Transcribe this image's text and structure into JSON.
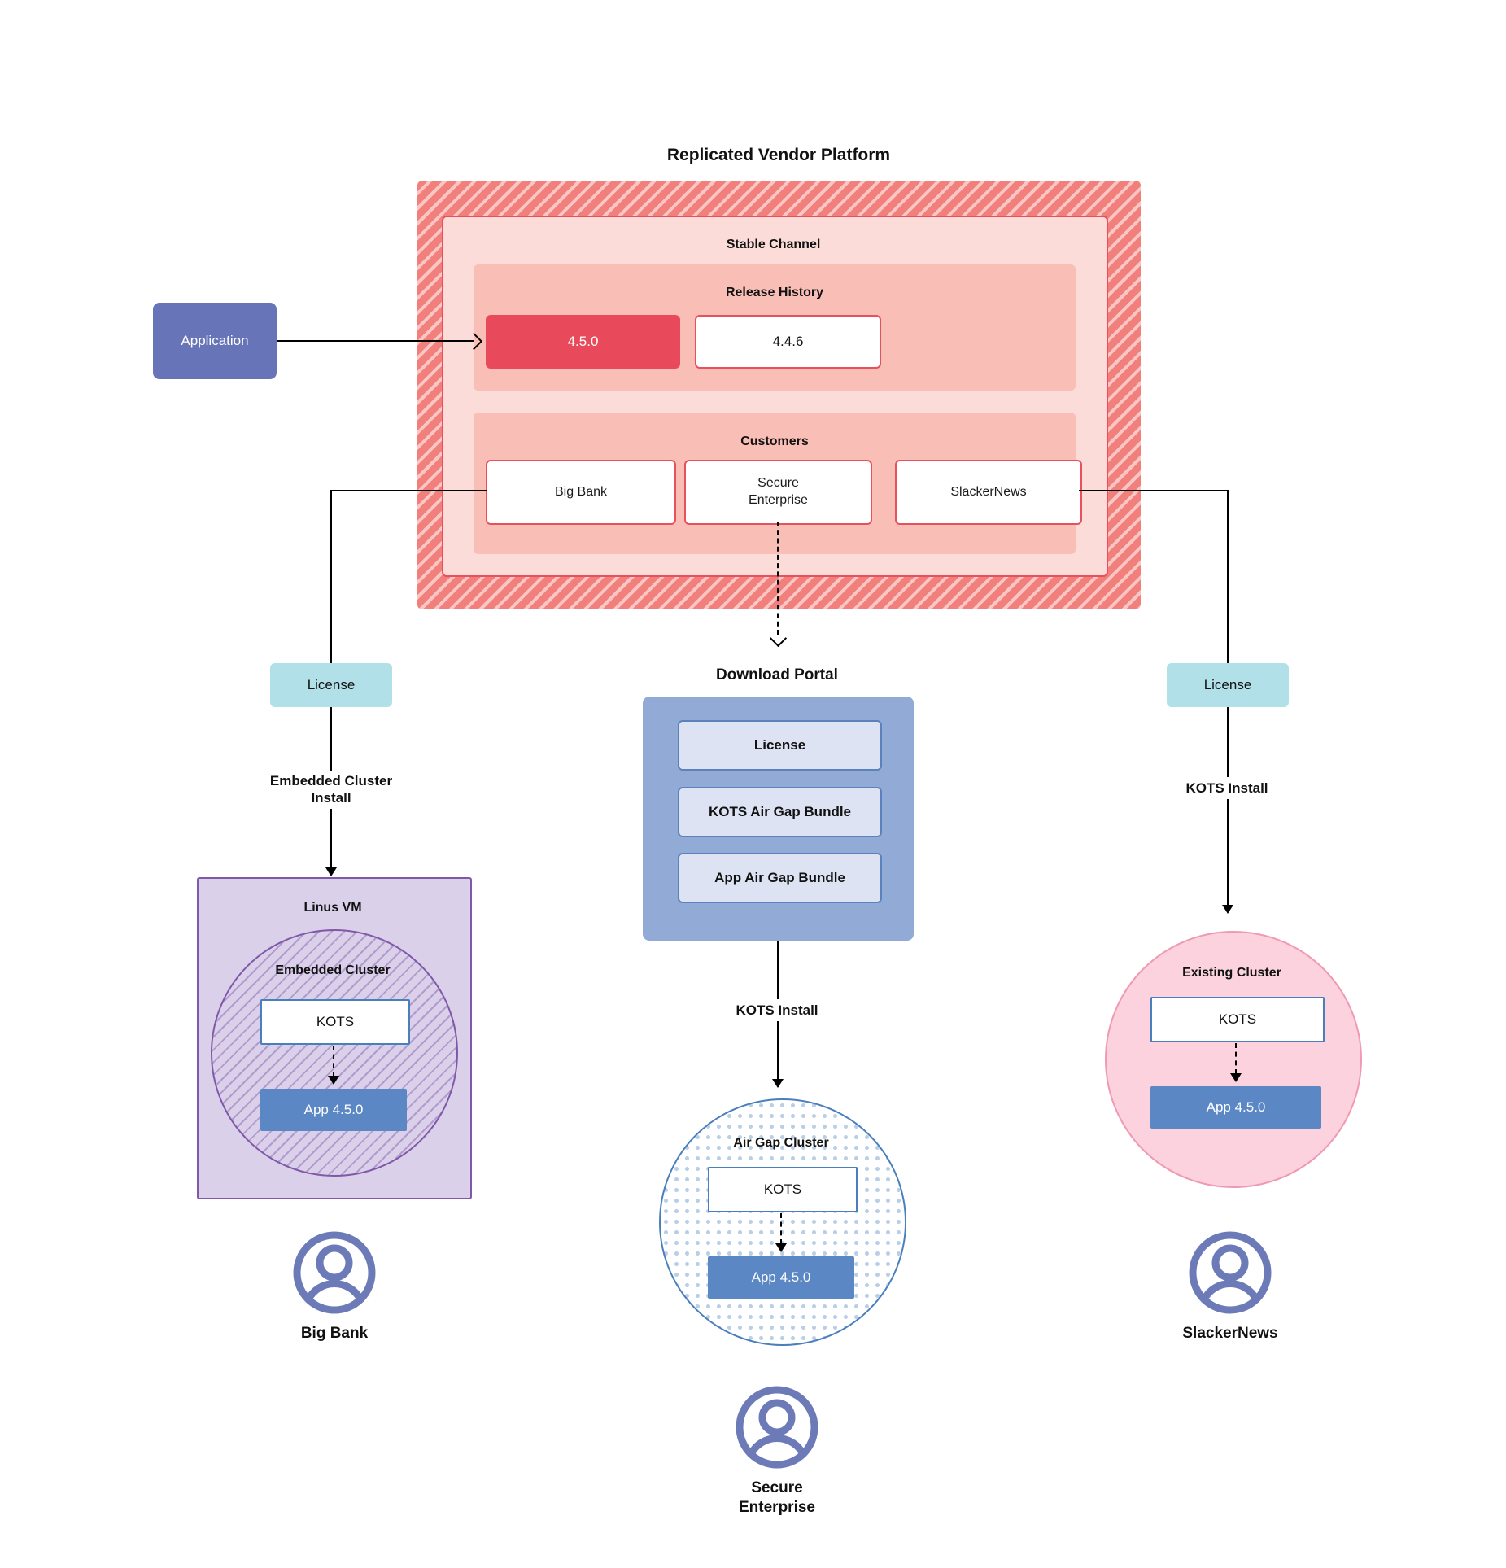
{
  "diagram": {
    "title": "Replicated Vendor Platform"
  },
  "application": {
    "label": "Application"
  },
  "vendor_platform": {
    "title": "Replicated Vendor Platform",
    "channel": {
      "title": "Stable Channel",
      "release_history": {
        "title": "Release History",
        "releases": [
          {
            "version": "4.5.0",
            "state": "current"
          },
          {
            "version": "4.4.6",
            "state": "previous"
          }
        ]
      },
      "customers": {
        "title": "Customers",
        "items": [
          {
            "name": "Big Bank"
          },
          {
            "name": "Secure\nEnterprise"
          },
          {
            "name": "SlackerNews"
          }
        ]
      }
    }
  },
  "left_flow": {
    "license_label": "License",
    "install_label": "Embedded Cluster\nInstall",
    "vm_title": "Linus VM",
    "cluster_title": "Embedded Cluster",
    "kots_label": "KOTS",
    "app_label": "App 4.5.0",
    "customer_label": "Big Bank"
  },
  "center_flow": {
    "portal_title": "Download  Portal",
    "portal_items": [
      {
        "label": "License"
      },
      {
        "label": "KOTS Air Gap Bundle"
      },
      {
        "label": "App Air Gap Bundle"
      }
    ],
    "install_label": "KOTS Install",
    "cluster_title": "Air Gap Cluster",
    "kots_label": "KOTS",
    "app_label": "App 4.5.0",
    "customer_label": "Secure\nEnterprise"
  },
  "right_flow": {
    "license_label": "License",
    "install_label": "KOTS Install",
    "cluster_title": "Existing Cluster",
    "kots_label": "KOTS",
    "app_label": "App 4.5.0",
    "customer_label": "SlackerNews"
  },
  "colors": {
    "platform_hatch": "#f1807c",
    "channel_bg": "#fbdcd8",
    "panel_bg": "#f9bfb7",
    "release_current": "#e8495b",
    "accent_red": "#e8505b",
    "application": "#6775b8",
    "license": "#b2e0e8",
    "portal": "#92abd6",
    "portal_item": "#dde3f3",
    "vm": "#dbd0ea",
    "vm_border": "#7f59a8",
    "airgap_border": "#4a7fbd",
    "existing_cluster": "#fbd2dd",
    "existing_cluster_border": "#f099b4",
    "app_version": "#5b88c4",
    "avatar": "#6d7ab8"
  },
  "icons": {
    "avatar": "user-avatar-icon"
  }
}
